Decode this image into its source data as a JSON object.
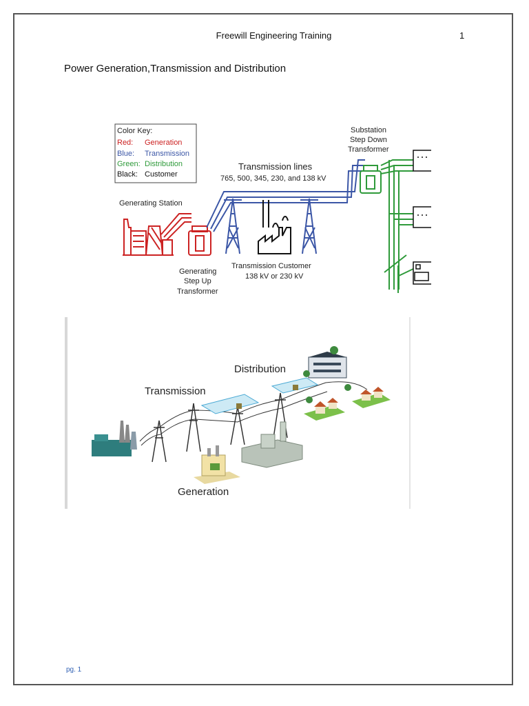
{
  "header": {
    "title": "Freewill Engineering Training",
    "page_number": "1"
  },
  "document": {
    "title": "Power Generation,Transmission and Distribution"
  },
  "footer": {
    "page_label": "pg. 1"
  },
  "figure1": {
    "color_key": {
      "title": "Color Key:",
      "rows": [
        {
          "name": "Red:",
          "value": "Generation",
          "color": "#cc2222"
        },
        {
          "name": "Blue:",
          "value": "Transmission",
          "color": "#3b56a6"
        },
        {
          "name": "Green:",
          "value": "Distribution",
          "color": "#2e9a3a"
        },
        {
          "name": "Black:",
          "value": "Customer",
          "color": "#111111"
        }
      ]
    },
    "generating_station": "Generating Station",
    "step_up": [
      "Generating",
      "Step Up",
      "Transformer"
    ],
    "transmission_lines": "Transmission lines",
    "voltages": "765, 500, 345, 230, and 138 kV",
    "transmission_customer": [
      "Transmission Customer",
      "138 kV or 230 kV"
    ],
    "substation": [
      "Substation",
      "Step Down",
      "Transformer"
    ]
  },
  "figure2": {
    "transmission": "Transmission",
    "distribution": "Distribution",
    "generation": "Generation"
  },
  "colors": {
    "generation": "#cc2222",
    "transmission": "#3b56a6",
    "distribution": "#2e9a3a",
    "customer": "#111111",
    "tower_blue": "#4a7fd0"
  }
}
